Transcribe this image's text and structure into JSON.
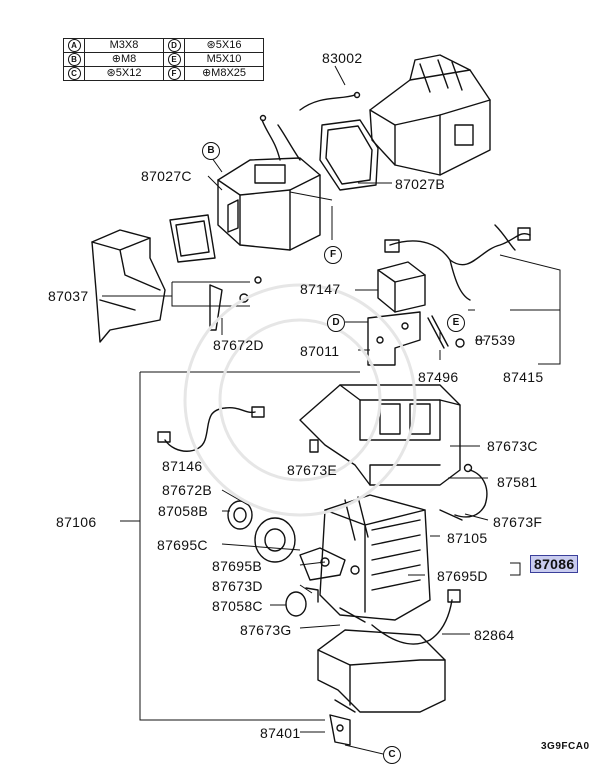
{
  "legend": [
    {
      "key": "A",
      "spec": "M3X8"
    },
    {
      "key": "B",
      "spec": "⊕M8"
    },
    {
      "key": "C",
      "spec": "⊛5X12"
    },
    {
      "key": "D",
      "spec": "⊛5X16"
    },
    {
      "key": "E",
      "spec": "M5X10"
    },
    {
      "key": "F",
      "spec": "⊕M8X25"
    }
  ],
  "callouts": {
    "b": "B",
    "f": "F",
    "d": "D",
    "e": "E",
    "c": "C"
  },
  "parts": {
    "p83002": "83002",
    "p87027B": "87027B",
    "p87027C": "87027C",
    "p87037": "87037",
    "p87672D": "87672D",
    "p87147": "87147",
    "p87011": "87011",
    "p87496": "87496",
    "p87539": "87539",
    "p87415": "87415",
    "p87146": "87146",
    "p87673E": "87673E",
    "p87673C": "87673C",
    "p87581": "87581",
    "p87673F": "87673F",
    "p87106": "87106",
    "p87672B": "87672B",
    "p87058B": "87058B",
    "p87695C": "87695C",
    "p87105": "87105",
    "p87695B": "87695B",
    "p87695D": "87695D",
    "p87086": "87086",
    "p87673D": "87673D",
    "p87058C": "87058C",
    "p87673G": "87673G",
    "p82864": "82864",
    "p87401": "87401"
  },
  "drawing_code": "3G9FCA0"
}
